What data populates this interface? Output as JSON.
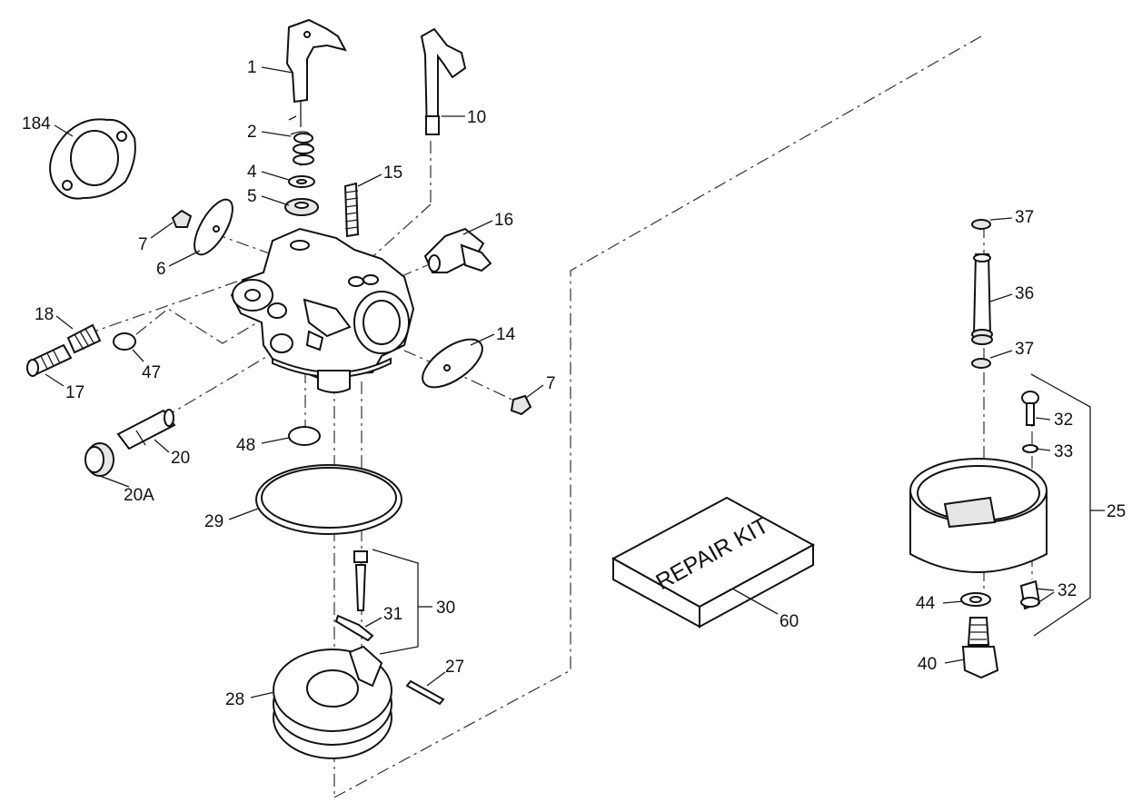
{
  "callouts": {
    "c1": "1",
    "c2": "2",
    "c4": "4",
    "c5": "5",
    "c6": "6",
    "c7a": "7",
    "c7b": "7",
    "c10": "10",
    "c14": "14",
    "c15": "15",
    "c16": "16",
    "c17": "17",
    "c18": "18",
    "c20": "20",
    "c20a": "20A",
    "c25": "25",
    "c27": "27",
    "c28": "28",
    "c29": "29",
    "c30": "30",
    "c31": "31",
    "c32a": "32",
    "c32b": "32",
    "c33": "33",
    "c36": "36",
    "c37a": "37",
    "c37b": "37",
    "c40": "40",
    "c44": "44",
    "c47": "47",
    "c48": "48",
    "c60": "60",
    "c184": "184"
  },
  "repair_kit": {
    "label": "REPAIR KIT"
  }
}
